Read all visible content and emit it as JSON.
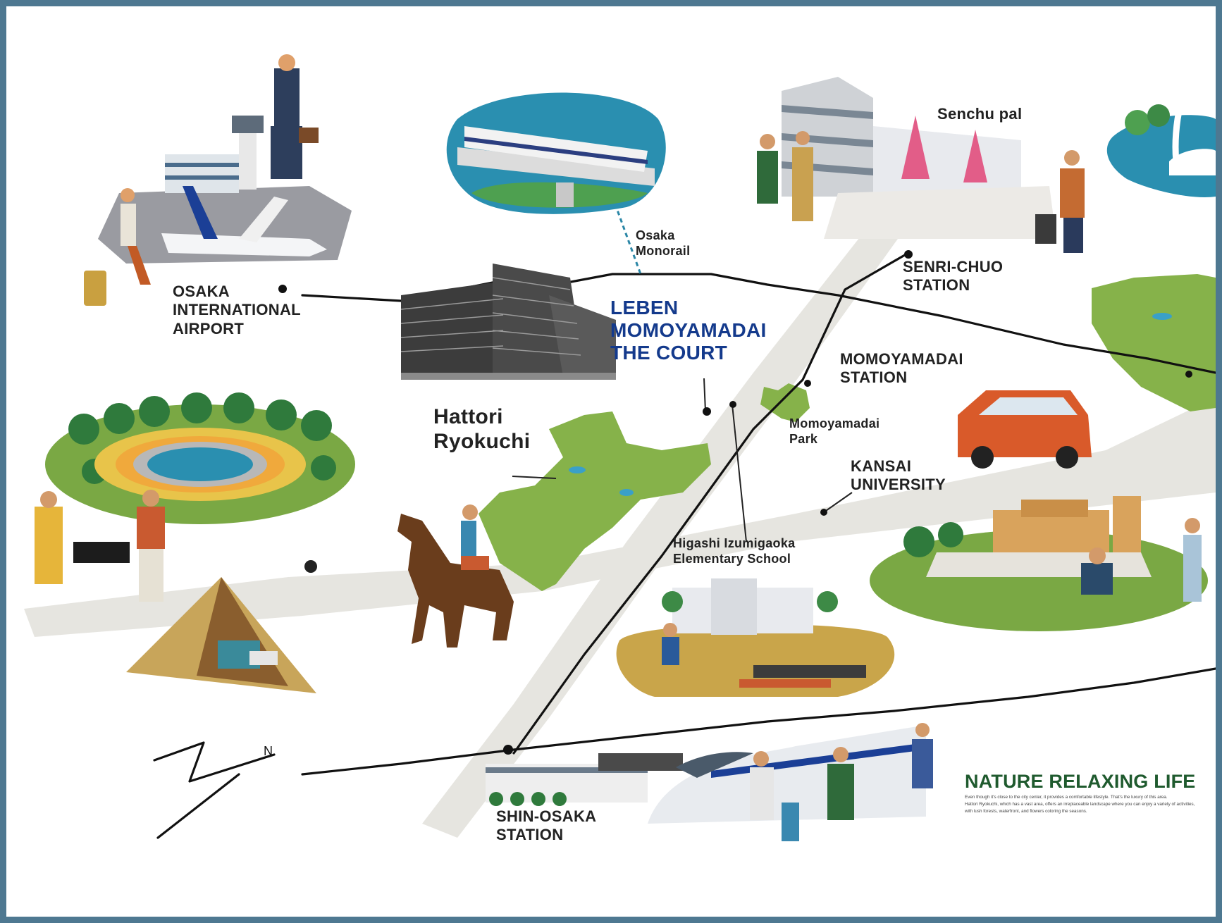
{
  "labels": {
    "airport": "OSAKA\nINTERNATIONAL\nAIRPORT",
    "monorail": "Osaka\nMonorail",
    "senchu_pal": "Senchu pal",
    "senri_chuo": "SENRI-CHUO\nSTATION",
    "property": "LEBEN\nMOMOYAMADAI\nTHE COURT",
    "momoyamadai_station": "MOMOYAMADAI\nSTATION",
    "momoyamadai_park": "Momoyamadai\nPark",
    "hattori": "Hattori\nRyokuchi",
    "kansai_university": "KANSAI\nUNIVERSITY",
    "elementary_school": "Higashi Izumigaoka\nElementary School",
    "shin_osaka": "SHIN-OSAKA\nSTATION",
    "compass_n": "N"
  },
  "tagline": {
    "title": "NATURE RELAXING LIFE",
    "line1": "Even though it's close to the city center, it provides a comfortable lifestyle. That's the luxury of this area.",
    "line2": "Hattori Ryokuchi, which has a vast area, offers an irreplaceable landscape where you can enjoy a variety of activities,",
    "line3": "with lush forests, waterfront, and flowers coloring the seasons."
  },
  "colors": {
    "border": "#4e7891",
    "property_text": "#143a8c",
    "tagline_text": "#1f5a2e",
    "park_green": "#86b24a",
    "road_gray": "#e4e3de"
  }
}
